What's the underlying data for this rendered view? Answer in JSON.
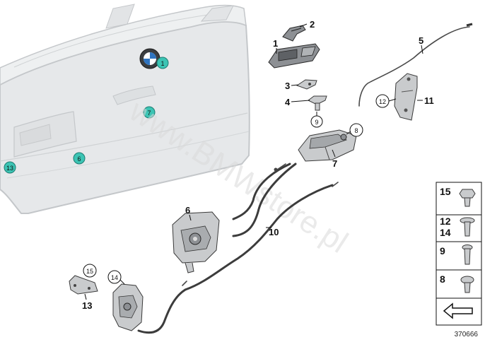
{
  "diagram": {
    "code": "370666",
    "watermark": "www.BMWstore.pl",
    "callouts": {
      "c1": "1",
      "c2": "2",
      "c3": "3",
      "c4": "4",
      "c5": "5",
      "c6a": "6",
      "c6b": "6",
      "c7a": "7",
      "c7b": "7",
      "c8": "8",
      "c9": "9",
      "c10": "10",
      "c11": "11",
      "c12": "12",
      "c13a": "13",
      "c13b": "13",
      "c14": "14",
      "c15": "15"
    },
    "fasteners": [
      {
        "label": "15"
      },
      {
        "label": "12",
        "label2": "14"
      },
      {
        "label": "9"
      },
      {
        "label": "8"
      }
    ],
    "colors": {
      "teal_marker": "#3cc4b4",
      "tailgate_fill": "#e6e8ea",
      "tailgate_stroke": "#c4c7ca"
    }
  }
}
